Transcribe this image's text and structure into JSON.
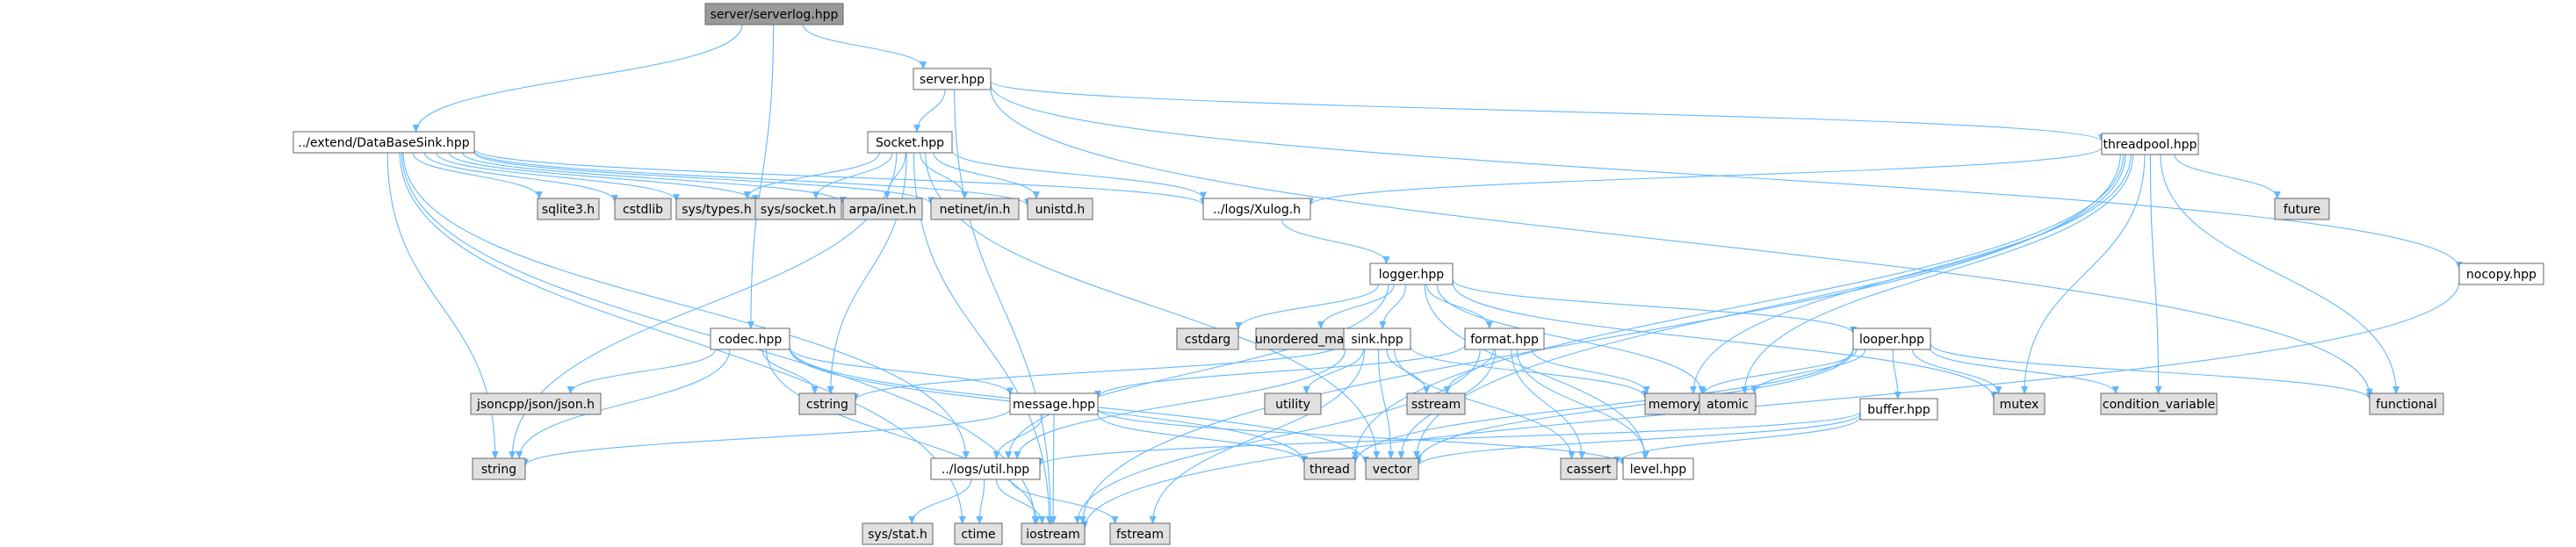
{
  "diagram": {
    "title": "server/serverlog.hpp",
    "colors": {
      "root_fill": "#999999",
      "node_fill": "#ffffff",
      "external_fill": "#e0e0e0",
      "border": "#666666",
      "edge": "#63b8ff"
    },
    "nodes": [
      {
        "id": "serverlog",
        "label": "server/serverlog.hpp",
        "kind": "root"
      },
      {
        "id": "databasesink",
        "label": "../extend/DataBaseSink.hpp",
        "kind": "file"
      },
      {
        "id": "server",
        "label": "server.hpp",
        "kind": "file"
      },
      {
        "id": "socket",
        "label": "Socket.hpp",
        "kind": "file"
      },
      {
        "id": "threadpool",
        "label": "threadpool.hpp",
        "kind": "file"
      },
      {
        "id": "sqlite3",
        "label": "sqlite3.h",
        "kind": "external"
      },
      {
        "id": "cstdlib",
        "label": "cstdlib",
        "kind": "external"
      },
      {
        "id": "systypes",
        "label": "sys/types.h",
        "kind": "external"
      },
      {
        "id": "syssocket",
        "label": "sys/socket.h",
        "kind": "external"
      },
      {
        "id": "arpainet",
        "label": "arpa/inet.h",
        "kind": "external"
      },
      {
        "id": "netinetin",
        "label": "netinet/in.h",
        "kind": "external"
      },
      {
        "id": "unistd",
        "label": "unistd.h",
        "kind": "external"
      },
      {
        "id": "xulog",
        "label": "../logs/Xulog.h",
        "kind": "file"
      },
      {
        "id": "future",
        "label": "future",
        "kind": "external"
      },
      {
        "id": "nocopy",
        "label": "nocopy.hpp",
        "kind": "file"
      },
      {
        "id": "logger",
        "label": "logger.hpp",
        "kind": "file"
      },
      {
        "id": "codec",
        "label": "codec.hpp",
        "kind": "file"
      },
      {
        "id": "cstdarg",
        "label": "cstdarg",
        "kind": "external"
      },
      {
        "id": "unordered_map",
        "label": "unordered_map",
        "kind": "external"
      },
      {
        "id": "sink",
        "label": "sink.hpp",
        "kind": "file"
      },
      {
        "id": "format",
        "label": "format.hpp",
        "kind": "file"
      },
      {
        "id": "looper",
        "label": "looper.hpp",
        "kind": "file"
      },
      {
        "id": "jsoncpp",
        "label": "jsoncpp/json/json.h",
        "kind": "external"
      },
      {
        "id": "cstring",
        "label": "cstring",
        "kind": "external"
      },
      {
        "id": "utility",
        "label": "utility",
        "kind": "external"
      },
      {
        "id": "sstream",
        "label": "sstream",
        "kind": "external"
      },
      {
        "id": "memory",
        "label": "memory",
        "kind": "external"
      },
      {
        "id": "atomic",
        "label": "atomic",
        "kind": "external"
      },
      {
        "id": "mutex",
        "label": "mutex",
        "kind": "external"
      },
      {
        "id": "condition_variable",
        "label": "condition_variable",
        "kind": "external"
      },
      {
        "id": "functional",
        "label": "functional",
        "kind": "external"
      },
      {
        "id": "message",
        "label": "message.hpp",
        "kind": "file"
      },
      {
        "id": "buffer",
        "label": "buffer.hpp",
        "kind": "file"
      },
      {
        "id": "string",
        "label": "string",
        "kind": "external"
      },
      {
        "id": "thread",
        "label": "thread",
        "kind": "external"
      },
      {
        "id": "vector",
        "label": "vector",
        "kind": "external"
      },
      {
        "id": "cassert",
        "label": "cassert",
        "kind": "external"
      },
      {
        "id": "level",
        "label": "level.hpp",
        "kind": "file"
      },
      {
        "id": "util",
        "label": "../logs/util.hpp",
        "kind": "file"
      },
      {
        "id": "sysstat",
        "label": "sys/stat.h",
        "kind": "external"
      },
      {
        "id": "ctime",
        "label": "ctime",
        "kind": "external"
      },
      {
        "id": "iostream",
        "label": "iostream",
        "kind": "external"
      },
      {
        "id": "fstream",
        "label": "fstream",
        "kind": "external"
      }
    ],
    "edges": [
      [
        "serverlog",
        "databasesink"
      ],
      [
        "serverlog",
        "server"
      ],
      [
        "serverlog",
        "codec"
      ],
      [
        "databasesink",
        "sqlite3"
      ],
      [
        "databasesink",
        "cstdlib"
      ],
      [
        "databasesink",
        "systypes"
      ],
      [
        "databasesink",
        "syssocket"
      ],
      [
        "databasesink",
        "arpainet"
      ],
      [
        "databasesink",
        "netinetin"
      ],
      [
        "databasesink",
        "unistd"
      ],
      [
        "databasesink",
        "xulog"
      ],
      [
        "databasesink",
        "string"
      ],
      [
        "databasesink",
        "util"
      ],
      [
        "databasesink",
        "iostream"
      ],
      [
        "databasesink",
        "ctime"
      ],
      [
        "server",
        "socket"
      ],
      [
        "server",
        "threadpool"
      ],
      [
        "server",
        "nocopy"
      ],
      [
        "server",
        "functional"
      ],
      [
        "server",
        "iostream"
      ],
      [
        "socket",
        "systypes"
      ],
      [
        "socket",
        "syssocket"
      ],
      [
        "socket",
        "arpainet"
      ],
      [
        "socket",
        "netinetin"
      ],
      [
        "socket",
        "unistd"
      ],
      [
        "socket",
        "xulog"
      ],
      [
        "socket",
        "cstring"
      ],
      [
        "socket",
        "string"
      ],
      [
        "socket",
        "vector"
      ],
      [
        "socket",
        "iostream"
      ],
      [
        "threadpool",
        "xulog"
      ],
      [
        "threadpool",
        "future"
      ],
      [
        "threadpool",
        "functional"
      ],
      [
        "threadpool",
        "memory"
      ],
      [
        "threadpool",
        "atomic"
      ],
      [
        "threadpool",
        "mutex"
      ],
      [
        "threadpool",
        "condition_variable"
      ],
      [
        "threadpool",
        "thread"
      ],
      [
        "threadpool",
        "vector"
      ],
      [
        "threadpool",
        "iostream"
      ],
      [
        "nocopy",
        "iostream"
      ],
      [
        "xulog",
        "logger"
      ],
      [
        "logger",
        "cstdarg"
      ],
      [
        "logger",
        "unordered_map"
      ],
      [
        "logger",
        "sink"
      ],
      [
        "logger",
        "format"
      ],
      [
        "logger",
        "looper"
      ],
      [
        "logger",
        "atomic"
      ],
      [
        "logger",
        "mutex"
      ],
      [
        "logger",
        "util"
      ],
      [
        "logger",
        "level"
      ],
      [
        "codec",
        "jsoncpp"
      ],
      [
        "codec",
        "cstring"
      ],
      [
        "codec",
        "message"
      ],
      [
        "codec",
        "string"
      ],
      [
        "codec",
        "iostream"
      ],
      [
        "codec",
        "vector"
      ],
      [
        "codec",
        "thread"
      ],
      [
        "sink",
        "util"
      ],
      [
        "sink",
        "cstring"
      ],
      [
        "sink",
        "utility"
      ],
      [
        "sink",
        "sstream"
      ],
      [
        "sink",
        "memory"
      ],
      [
        "sink",
        "fstream"
      ],
      [
        "sink",
        "vector"
      ],
      [
        "sink",
        "cassert"
      ],
      [
        "format",
        "message"
      ],
      [
        "format",
        "level"
      ],
      [
        "format",
        "sstream"
      ],
      [
        "format",
        "memory"
      ],
      [
        "format",
        "vector"
      ],
      [
        "format",
        "cassert"
      ],
      [
        "format",
        "iostream"
      ],
      [
        "looper",
        "buffer"
      ],
      [
        "looper",
        "memory"
      ],
      [
        "looper",
        "atomic"
      ],
      [
        "looper",
        "mutex"
      ],
      [
        "looper",
        "condition_variable"
      ],
      [
        "looper",
        "functional"
      ],
      [
        "looper",
        "thread"
      ],
      [
        "looper",
        "vector"
      ],
      [
        "message",
        "util"
      ],
      [
        "message",
        "level"
      ],
      [
        "message",
        "string"
      ],
      [
        "message",
        "thread"
      ],
      [
        "message",
        "iostream"
      ],
      [
        "buffer",
        "util"
      ],
      [
        "buffer",
        "vector"
      ],
      [
        "buffer",
        "cassert"
      ],
      [
        "util",
        "sysstat"
      ],
      [
        "util",
        "ctime"
      ],
      [
        "util",
        "iostream"
      ],
      [
        "util",
        "fstream"
      ]
    ]
  }
}
